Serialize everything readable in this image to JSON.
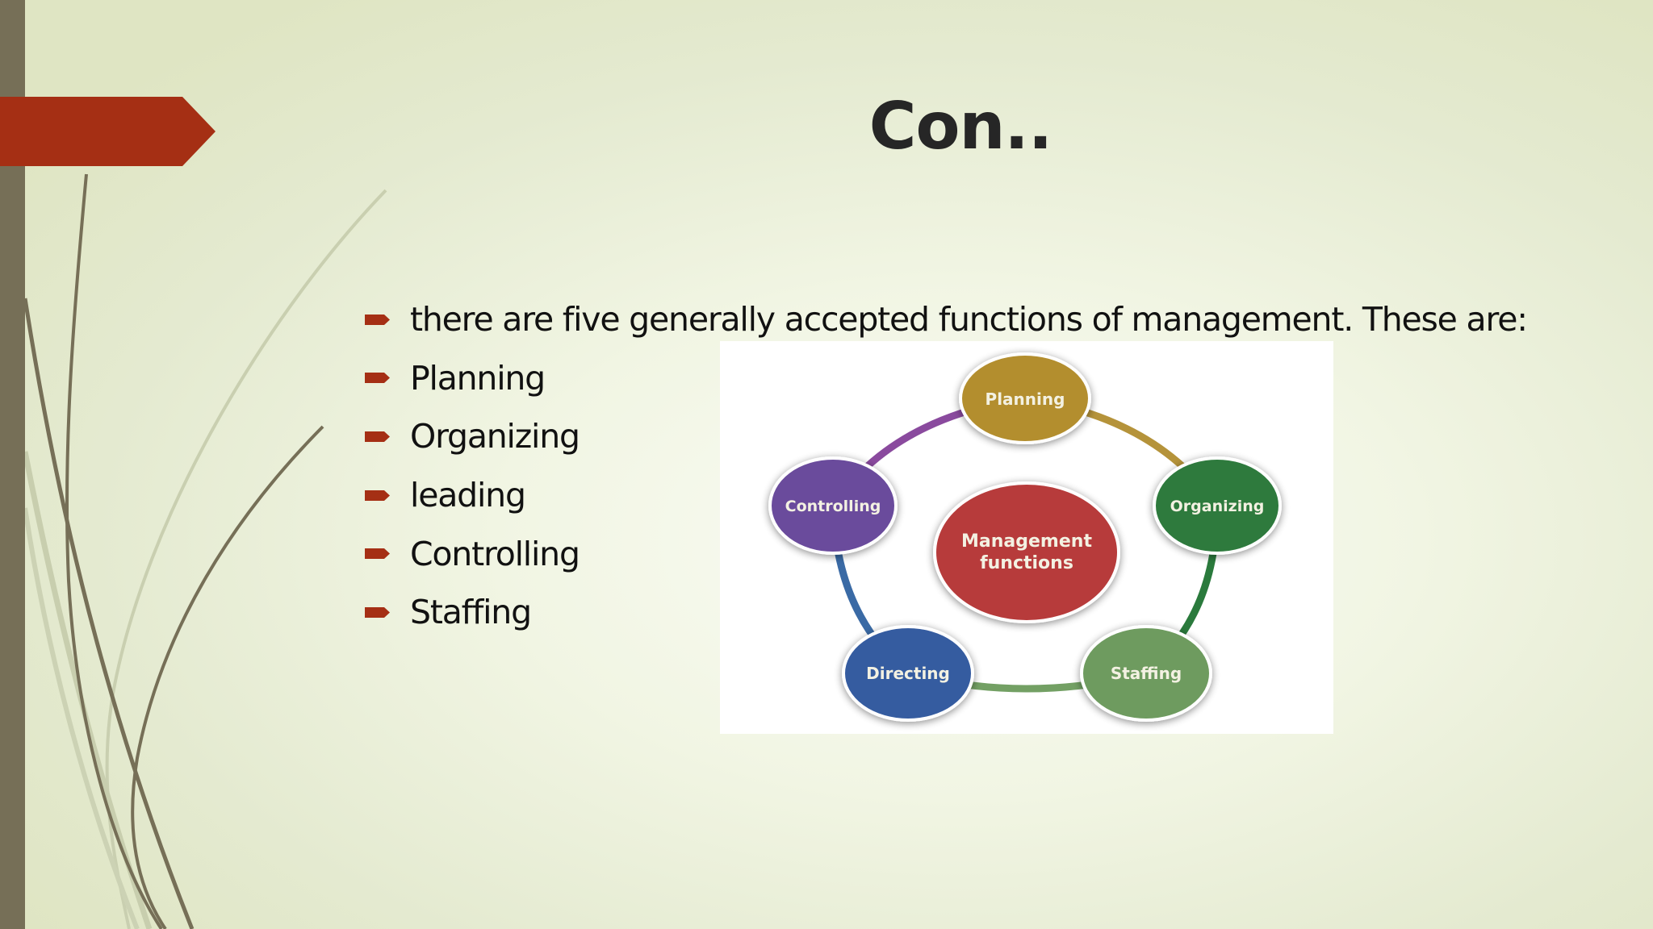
{
  "slide": {
    "title": "Con..",
    "bullets": [
      {
        "text": "there are five generally accepted functions of management. These are:"
      },
      {
        "text": "Planning"
      },
      {
        "text": "Organizing"
      },
      {
        "text": "leading"
      },
      {
        "text": "Controlling"
      },
      {
        "text": "Staffing"
      }
    ],
    "colors": {
      "accent": "#a52f14",
      "left_bar": "#766f57",
      "title_text": "#262626",
      "body_text": "#111111"
    }
  },
  "diagram": {
    "center": {
      "line1": "Management",
      "line2": "functions",
      "color": "#b73a3a"
    },
    "nodes": [
      {
        "label": "Planning",
        "color": "#b38e2e"
      },
      {
        "label": "Organizing",
        "color": "#2d7a3e"
      },
      {
        "label": "Staffing",
        "color": "#6e9b5e"
      },
      {
        "label": "Directing",
        "color": "#355ba0"
      },
      {
        "label": "Controlling",
        "color": "#6a4c9c"
      }
    ],
    "ring_colors": [
      "#b5933a",
      "#2a7a3c",
      "#73a064",
      "#3a6aa5",
      "#8a4a9e"
    ]
  }
}
